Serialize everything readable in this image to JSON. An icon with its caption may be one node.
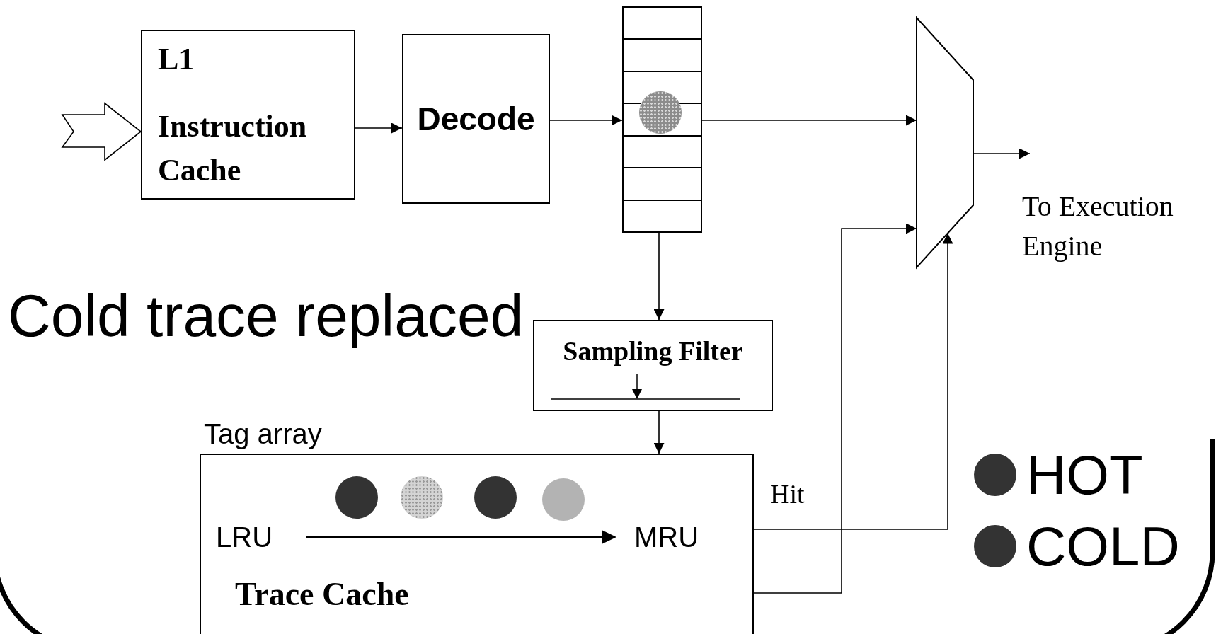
{
  "diagram": {
    "nodes": [
      {
        "text": [
          "L1",
          "Instruction Cache"
        ]
      },
      {
        "text": [
          "Decode"
        ]
      },
      {
        "text": [],
        "shape": "box"
      },
      {
        "text": [],
        "shape": "circle",
        "in": 2
      },
      {
        "text": [],
        "shape": "trapezoid"
      },
      {
        "text": [
          "Sampling Filter"
        ]
      },
      {
        "text": [
          "Tag array",
          "Trace Cache"
        ]
      },
      {
        "text": [],
        "shape": "circle",
        "in": 6
      },
      {
        "text": [],
        "shape": "circle",
        "in": 6
      },
      {
        "text": [],
        "shape": "circle",
        "in": 6
      },
      {
        "text": [],
        "shape": "circle",
        "in": 6
      }
    ],
    "edges": [
      {
        "from": null,
        "to": 0,
        "arrow": "to"
      },
      {
        "from": 0,
        "to": 1,
        "arrow": "to"
      },
      {
        "from": 1,
        "to": 2,
        "arrow": "to"
      },
      {
        "from": 2,
        "to": 4,
        "arrow": "to"
      },
      {
        "from": 4,
        "to": null,
        "arrow": "to"
      },
      {
        "from": 2,
        "to": 5,
        "arrow": "to"
      },
      {
        "from": 5,
        "to": 6,
        "arrow": "to"
      },
      {
        "from": 6,
        "to": 4,
        "arrow": "to",
        "label": "Hit"
      },
      {
        "from": 6,
        "to": 4,
        "arrow": "to"
      }
    ],
    "labels": [
      "Cold trace replaced",
      "To Execution Engine",
      "LRU",
      "MRU"
    ],
    "legend": [
      {
        "text": "HOT",
        "color": "#333333"
      },
      {
        "text": "COLD",
        "color": "#333333"
      }
    ]
  }
}
